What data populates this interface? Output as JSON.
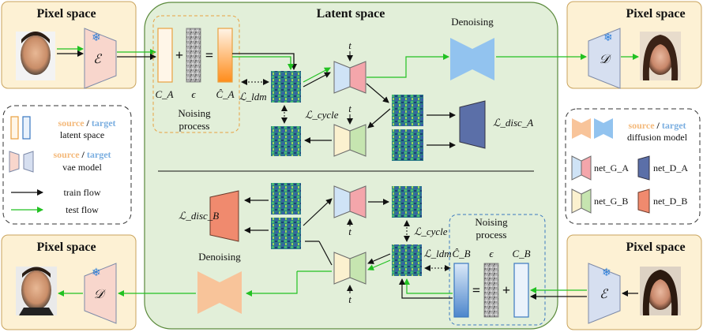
{
  "titles": {
    "latent_space": "Latent space",
    "pixel_space_tl": "Pixel space",
    "pixel_space_tr": "Pixel space",
    "pixel_space_bl": "Pixel space",
    "pixel_space_br": "Pixel space"
  },
  "labels": {
    "denoising_top": "Denoising",
    "denoising_bottom": "Denoising",
    "noising_process_top": "Noising\nprocess",
    "noising_process_bottom": "Noising\nprocess",
    "encoder_symbol": "ℰ",
    "decoder_symbol": "𝒟",
    "t_symbol": "t",
    "plus": "+",
    "equals": "=",
    "c_a": "C_A",
    "epsilon": "ϵ",
    "c_a_hat": "Ĉ_A",
    "c_b": "C_B",
    "c_b_hat": "Ĉ_B",
    "l_ldm": "ℒ_ldm",
    "l_cycle": "ℒ_cycle",
    "l_disc_a": "ℒ_disc_A",
    "l_disc_b": "ℒ_disc_B"
  },
  "legend_left": {
    "source_word": "source",
    "slash": " / ",
    "target_word": "target",
    "latent_label": "latent space",
    "vae_label": "vae model",
    "train_flow": "train flow",
    "test_flow": "test flow"
  },
  "legend_right": {
    "source_word": "source",
    "slash": " / ",
    "target_word": "target",
    "diffusion_label": "diffusion model",
    "net_g_a": "net_G_A",
    "net_d_a": "net_D_A",
    "net_g_b": "net_G_B",
    "net_d_b": "net_D_B"
  },
  "colors": {
    "source": "#f4b97a",
    "target": "#7aaee0",
    "latent_bg": "#e2efd9",
    "pixel_bg": "#fdf1d4",
    "train_arrow": "#111111",
    "test_arrow": "#22c122",
    "pink": "#f4a6ab",
    "blue_light": "#cfe3f6",
    "green_light": "#c6e5b0",
    "cream": "#fbf1cf",
    "disc_blue": "#5b6fa8",
    "disc_orange": "#f08a6e"
  }
}
